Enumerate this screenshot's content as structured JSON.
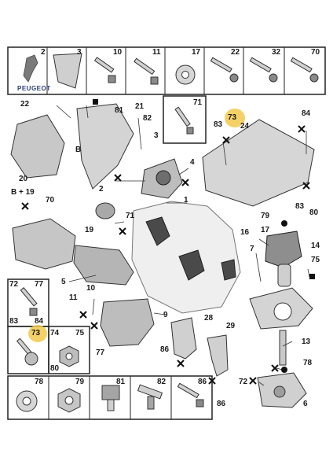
{
  "brand": {
    "name": "PEUGEOT"
  },
  "colors": {
    "highlight": "#f2c94c",
    "line": "#222222",
    "part_fill": "#d9d9d9",
    "part_dark": "#6e6e6e",
    "brand_blue": "#2c3e7a"
  },
  "top_row_labels": [
    "2",
    "3",
    "10",
    "11",
    "17",
    "22",
    "32",
    "70"
  ],
  "left_box_labels": [
    "72",
    "77",
    "83",
    "84",
    "73",
    "74",
    "75",
    "80"
  ],
  "bottom_row_labels": [
    "78",
    "79",
    "81",
    "82",
    "86"
  ],
  "bracket_box_label": "71",
  "highlight_label": "73",
  "sub_label": "B + 19",
  "callouts": {
    "c22": "22",
    "c81": "81",
    "c21": "21",
    "c82": "82",
    "c3": "3",
    "cB": "B",
    "c2": "2",
    "c4": "4",
    "c1": "1",
    "c20": "20",
    "c70": "70",
    "c19": "19",
    "c71": "71",
    "c5": "5",
    "c10": "10",
    "c11": "11",
    "c9": "9",
    "c77": "77",
    "c28": "28",
    "c29": "29",
    "c86": "86",
    "c86b": "86",
    "c83": "83",
    "c73": "73",
    "c24": "24",
    "c84": "84",
    "c83b": "83",
    "c79": "79",
    "c80": "80",
    "c17": "17",
    "c16": "16",
    "c7": "7",
    "c14": "14",
    "c75": "75",
    "c13": "13",
    "c78": "78",
    "c72": "72",
    "c6": "6"
  }
}
